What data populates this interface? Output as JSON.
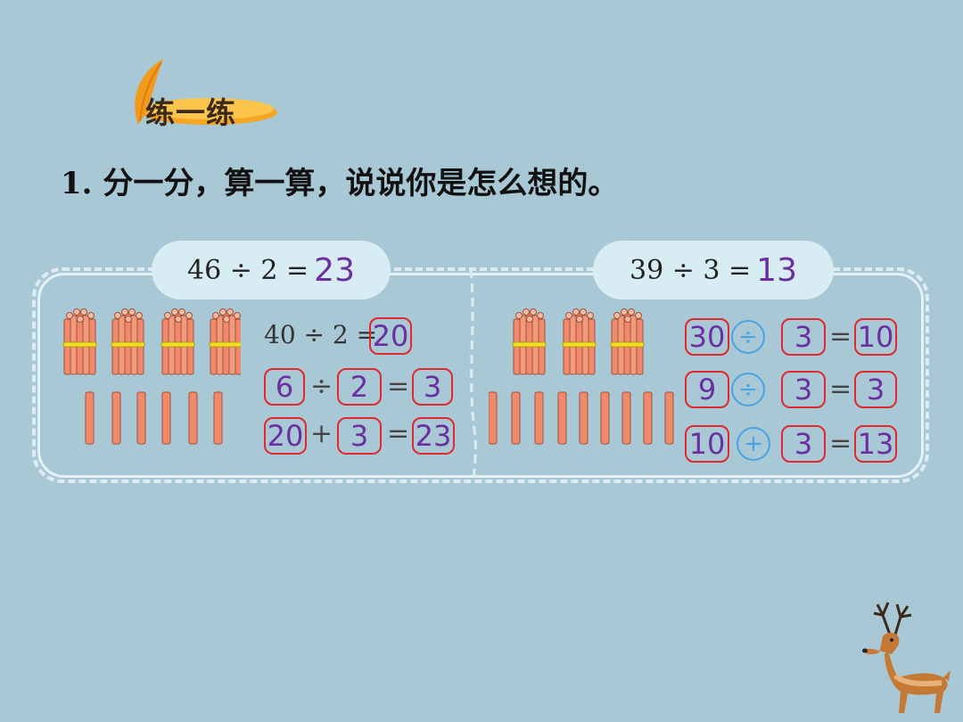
{
  "header": {
    "badge_label": "练一练"
  },
  "question": "1. 分一分，算一算，说说你是怎么想的。",
  "left": {
    "problem": "46 ÷ 2 =",
    "answer": "23",
    "step1": {
      "expr": "40 ÷ 2 =",
      "result": "20"
    },
    "step2": {
      "a": "6",
      "op": "÷",
      "b": "2",
      "eq": "=",
      "result": "3"
    },
    "step3": {
      "a": "20",
      "op": "+",
      "b": "3",
      "eq": "=",
      "result": "23"
    }
  },
  "right": {
    "problem": "39 ÷ 3 =",
    "answer": "13",
    "step1": {
      "a": "30",
      "op": "÷",
      "b": "3",
      "eq": "=",
      "result": "10"
    },
    "step2": {
      "a": "9",
      "op": "÷",
      "b": "3",
      "eq": "=",
      "result": "3"
    },
    "step3": {
      "a": "10",
      "op": "+",
      "b": "3",
      "eq": "=",
      "result": "13"
    }
  },
  "colors": {
    "background": "#a9c8d6",
    "answer": "#6b2fa0",
    "box_border": "#e0282e",
    "stick": "#f08a6a"
  }
}
